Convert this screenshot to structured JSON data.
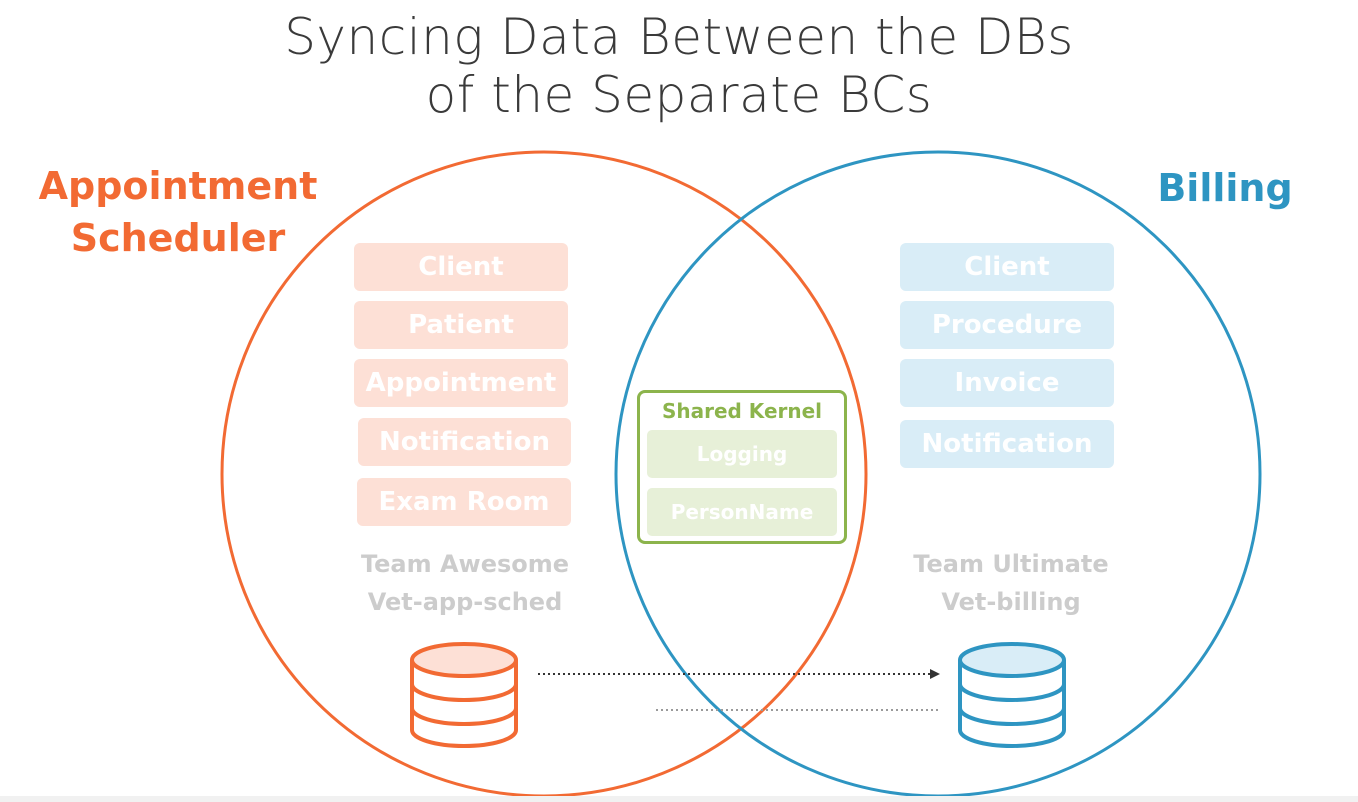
{
  "title": {
    "line1": "Syncing Data Between the DBs",
    "line2": "of the Separate BCs"
  },
  "contexts": {
    "left": {
      "label_line1": "Appointment",
      "label_line2": "Scheduler",
      "color": "#f26a33",
      "entities": [
        "Client",
        "Patient",
        "Appointment",
        "Notification",
        "Exam Room"
      ],
      "team_line1": "Team Awesome",
      "team_line2": "Vet-app-sched"
    },
    "right": {
      "label": "Billing",
      "color": "#2e95c2",
      "entities": [
        "Client",
        "Procedure",
        "Invoice",
        "Notification"
      ],
      "team_line1": "Team Ultimate",
      "team_line2": "Vet-billing"
    }
  },
  "shared_kernel": {
    "title": "Shared Kernel",
    "color": "#8cb44c",
    "items": [
      "Logging",
      "PersonName"
    ]
  },
  "icons": {
    "left_database": "database-icon",
    "right_database": "database-icon",
    "sync_arrow": "dotted-arrow"
  }
}
